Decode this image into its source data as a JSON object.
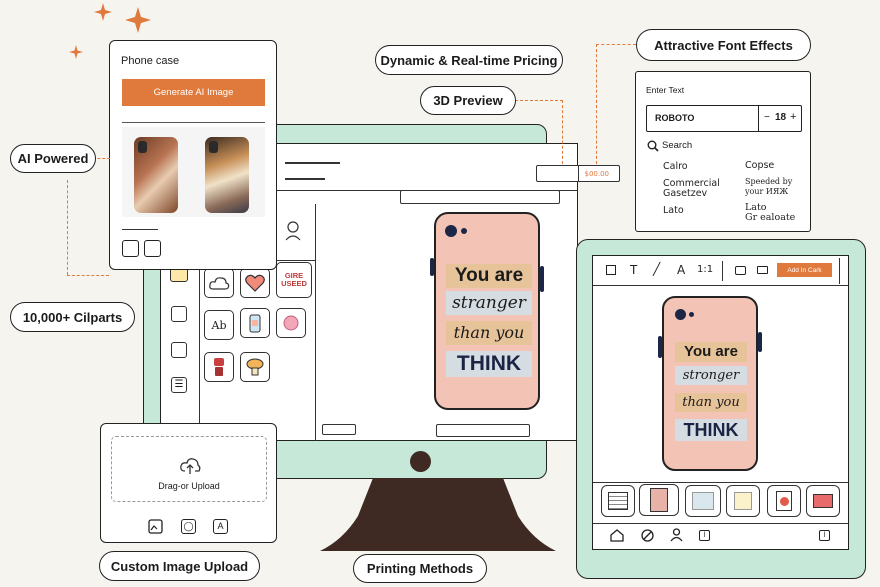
{
  "features": {
    "dynamic_pricing": "Dynamic & Real-time Pricing",
    "font_effects": "Attractive Font Effects",
    "preview_3d": "3D Preview",
    "ai_powered": "AI Powered",
    "cliparts": "10,000+ Cilparts",
    "custom_upload": "Custom Image Upload",
    "printing": "Printing Methods"
  },
  "ai_panel": {
    "title": "Phone case",
    "button": "Generate AI Image"
  },
  "price": {
    "value": "$00.00"
  },
  "font_panel": {
    "label": "Enter Text",
    "font_name": "ROBOTO",
    "size": "18",
    "minus": "−",
    "plus": "+",
    "search_label": "Search",
    "fonts": [
      "Calro",
      "Copse",
      "Commercial\nGasetzev",
      "Speeded by\nyour ИЯЖ",
      "Lato",
      "Lato\nGr ealoate"
    ]
  },
  "phone_design": {
    "line1": "You are",
    "line2": "stranger",
    "line3": "than you",
    "line4": "THINK"
  },
  "tablet_phone_design": {
    "line1": "You are",
    "line2": "stronger",
    "line3": "than you",
    "line4": "THINK"
  },
  "tablet": {
    "cart_button": "Add In Cark",
    "toolbar_text": "T",
    "toolbar_ratio": "1:1"
  },
  "clipart": {
    "ab_label": "Ab",
    "sticker_text": "GIRE\nUSEED"
  },
  "upload_panel": {
    "text": "Drag-or Upload"
  },
  "colors": {
    "accent": "#e07a3c",
    "mint": "#c6e8d8",
    "phone_pink": "#f3c4b5",
    "stand": "#3e2a22"
  }
}
